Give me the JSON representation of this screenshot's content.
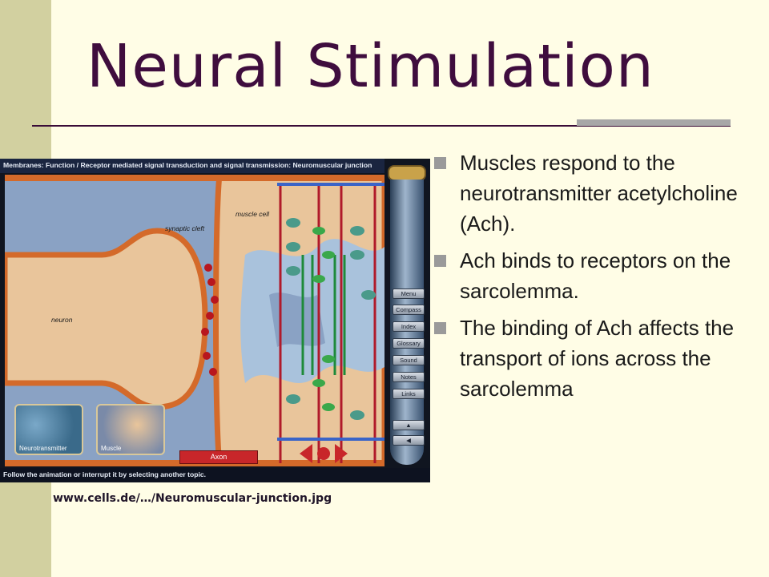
{
  "slide": {
    "title": "Neural Stimulation",
    "bullets": [
      "Muscles respond to the neurotransmitter acetylcholine (Ach).",
      "Ach binds to receptors on the sarcolemma.",
      "The binding of Ach affects the transport of ions across the sarcolemma"
    ],
    "caption": "www.cells.de/…/Neuromuscular-junction.jpg"
  },
  "screenshot": {
    "header": "Membranes: Function / Receptor mediated signal transduction and signal transmission: Neuromuscular junction",
    "footer": "Follow the animation or interrupt it by selecting another topic.",
    "labels": {
      "synaptic_cleft": "synaptic cleft",
      "muscle_cell": "muscle cell",
      "neuron": "neuron"
    },
    "nav_buttons": [
      "Menu",
      "Compass",
      "Index",
      "Glossary",
      "Sound",
      "Notes",
      "Links"
    ],
    "thumbnails": [
      "Neurotransmitter",
      "Muscle"
    ],
    "axon_button": "Axon",
    "up_arrow": "▲",
    "left_arrow": "◀"
  },
  "colors": {
    "title": "#3f0d3e",
    "background": "#fffde6",
    "left_band": "#d2d0a0",
    "rule_bar": "#a7a7a7",
    "bullet_square": "#9a9a9a"
  }
}
